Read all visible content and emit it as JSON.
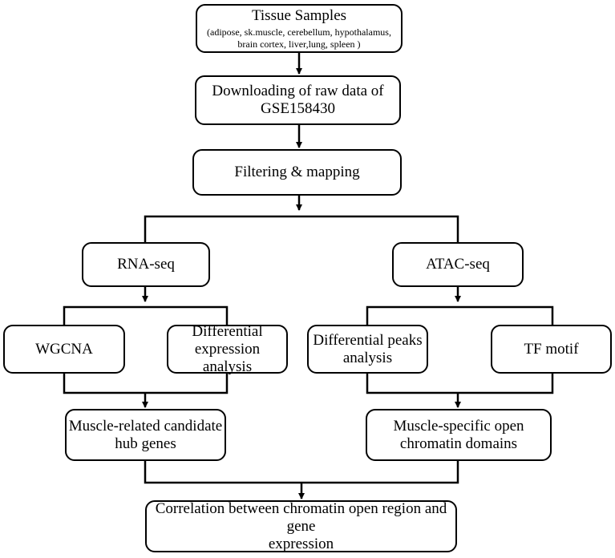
{
  "diagram": {
    "nodes": {
      "tissue": {
        "title": "Tissue Samples",
        "subtitle": "(adipose, sk.muscle, cerebellum, hypothalamus,\nbrain cortex, liver,lung, spleen )"
      },
      "download": {
        "label": "Downloading of raw data of\nGSE158430"
      },
      "filter": {
        "label": "Filtering & mapping"
      },
      "rnaseq": {
        "label": "RNA-seq"
      },
      "atacseq": {
        "label": "ATAC-seq"
      },
      "wgcna": {
        "label": "WGCNA"
      },
      "diffexpr": {
        "label": "Differential\nexpression\nanalysis"
      },
      "diffpeaks": {
        "label": "Differential peaks\nanalysis"
      },
      "tfmotif": {
        "label": "TF motif"
      },
      "hubgenes": {
        "label": "Muscle-related candidate\nhub genes"
      },
      "openchrom": {
        "label": "Muscle-specific open\nchromatin domains"
      },
      "correlation": {
        "label": "Correlation between chromatin open region and gene\nexpression"
      }
    }
  }
}
